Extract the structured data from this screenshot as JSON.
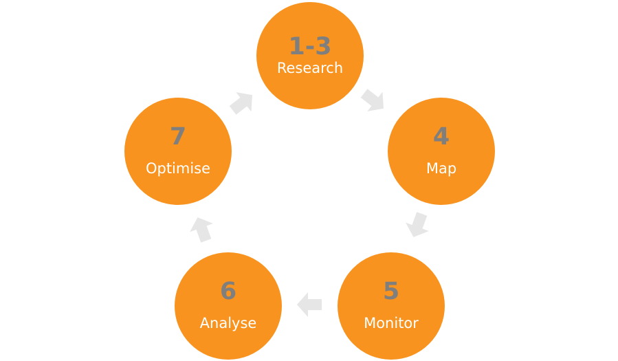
{
  "diagram": {
    "colors": {
      "node_fill": "#f7931e",
      "number_text": "#7f7f7f",
      "label_text": "#ffffff",
      "arrow": "#e6e6e6"
    },
    "steps": [
      {
        "number": "1-3",
        "label": "Research"
      },
      {
        "number": "4",
        "label": "Map"
      },
      {
        "number": "5",
        "label": "Monitor"
      },
      {
        "number": "6",
        "label": "Analyse"
      },
      {
        "number": "7",
        "label": "Optimise"
      }
    ],
    "arrow_icon": "arrow-right-icon"
  }
}
